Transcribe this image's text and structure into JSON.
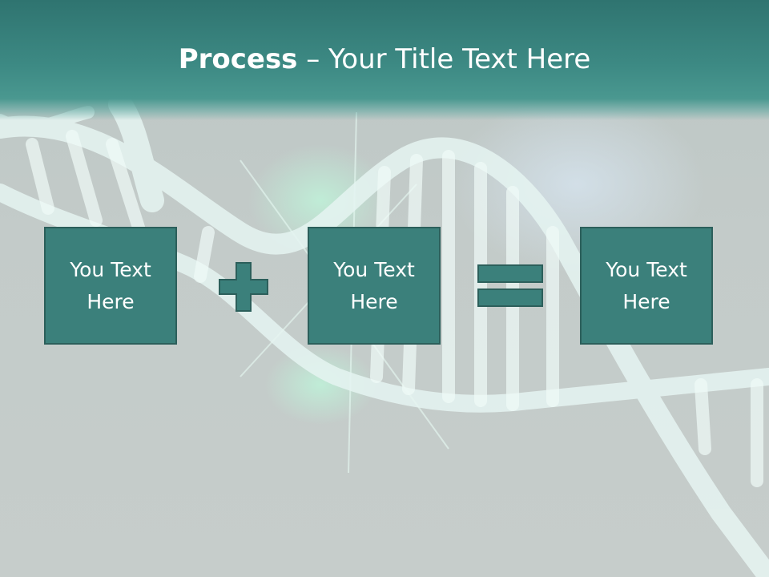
{
  "slide": {
    "title_bold": "Process",
    "title_rest": " – Your Title Text Here",
    "boxes": [
      {
        "label": "You Text Here"
      },
      {
        "label": "You Text Here"
      },
      {
        "label": "You Text Here"
      }
    ],
    "operators": [
      "plus-icon",
      "equals-icon"
    ]
  },
  "colors": {
    "header": "#3d8a84",
    "box_fill": "#3b807b",
    "box_border": "#2c5f5b",
    "operator_fill": "#3b807b",
    "background": "#c3cbc9"
  }
}
